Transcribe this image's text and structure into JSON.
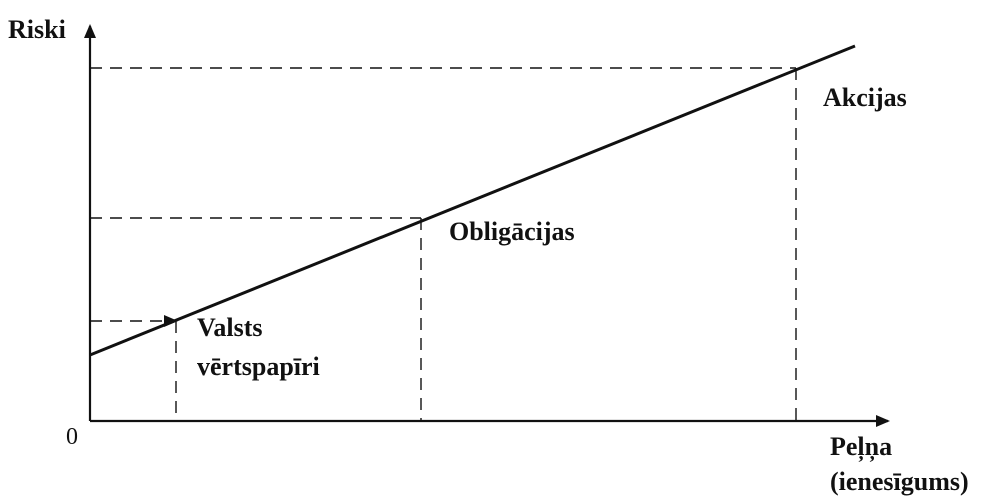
{
  "axes": {
    "y_label": "Riski",
    "x_label_line1": "Peļņa",
    "x_label_line2": "(ienesīgums)",
    "origin_label": "0"
  },
  "points": [
    {
      "id": "valsts",
      "label_line1": "Valsts",
      "label_line2": "vērtspapīri"
    },
    {
      "id": "obligacijas",
      "label_line1": "Obligācijas"
    },
    {
      "id": "akcijas",
      "label_line1": "Akcijas"
    }
  ],
  "colors": {
    "ink": "#111111",
    "background": "#ffffff"
  }
}
